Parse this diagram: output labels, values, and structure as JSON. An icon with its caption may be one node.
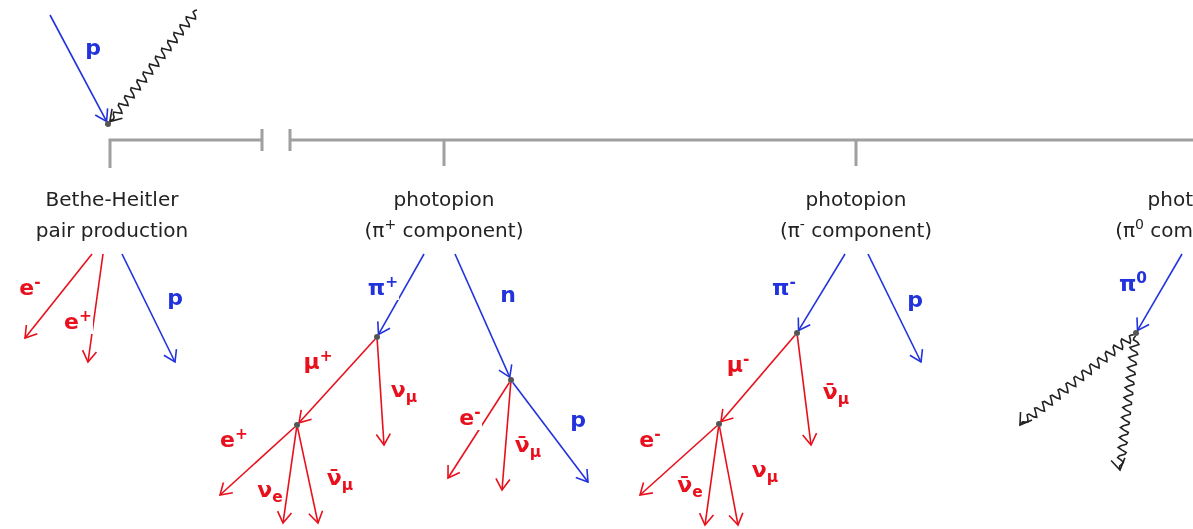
{
  "diagram": {
    "nodes": [
      {
        "text": [],
        "shape": "dot"
      },
      {
        "text": [
          "Bethe-Heitler pair production"
        ]
      },
      {
        "text": [
          "photopion",
          "(π$^{+}$ component)"
        ]
      },
      {
        "text": [
          "photopion",
          "(π$^{-}$ component)"
        ]
      },
      {
        "text": [
          "phot",
          "(π$^{0}$ com"
        ]
      },
      {
        "text": [],
        "shape": "dot"
      },
      {
        "text": [],
        "shape": "dot"
      },
      {
        "text": [],
        "shape": "dot"
      },
      {
        "text": [],
        "shape": "dot"
      },
      {
        "text": [],
        "shape": "dot"
      },
      {
        "text": [],
        "shape": "dot"
      }
    ],
    "edges": [
      {
        "from": null,
        "to": 0,
        "arrow": "to",
        "label": "p",
        "color": "#2233dd"
      },
      {
        "from": null,
        "to": 0,
        "arrow": "to",
        "color": "#222222"
      },
      {
        "from": 1,
        "to": null,
        "arrow": "to",
        "label": "e$^{-}$"
      },
      {
        "from": 1,
        "to": null,
        "arrow": "to",
        "label": "e$^{+}$"
      },
      {
        "from": 1,
        "to": null,
        "arrow": "to",
        "label": "p",
        "color": "#2233dd"
      },
      {
        "from": 2,
        "to": 5,
        "arrow": "to",
        "label": "π$^{+}$",
        "color": "#2233dd"
      },
      {
        "from": 2,
        "to": 6,
        "arrow": "to",
        "label": "n",
        "color": "#2233dd"
      },
      {
        "from": 5,
        "to": 9,
        "arrow": "to",
        "label": "μ$^{+}$"
      },
      {
        "from": 5,
        "to": null,
        "arrow": "to",
        "label": "ν$_{μ}$"
      },
      {
        "from": 9,
        "to": null,
        "arrow": "to",
        "label": "e$^{+}$"
      },
      {
        "from": 9,
        "to": null,
        "arrow": "to",
        "label": "ν$_{e}$"
      },
      {
        "from": 9,
        "to": null,
        "arrow": "to",
        "label": "ν̄$_{μ}$"
      },
      {
        "from": 6,
        "to": null,
        "arrow": "to",
        "label": "e$^{-}$"
      },
      {
        "from": 6,
        "to": null,
        "arrow": "to",
        "label": "ν̄$_{μ}$"
      },
      {
        "from": 6,
        "to": null,
        "arrow": "to",
        "label": "p",
        "color": "#2233dd"
      },
      {
        "from": 3,
        "to": 7,
        "arrow": "to",
        "label": "π$^{-}$",
        "color": "#2233dd"
      },
      {
        "from": 3,
        "to": null,
        "arrow": "to",
        "label": "p",
        "color": "#2233dd"
      },
      {
        "from": 7,
        "to": 10,
        "arrow": "to",
        "label": "μ$^{-}$"
      },
      {
        "from": 7,
        "to": null,
        "arrow": "to",
        "label": "ν̄$_{μ}$"
      },
      {
        "from": 10,
        "to": null,
        "arrow": "to",
        "label": "e$^{-}$"
      },
      {
        "from": 10,
        "to": null,
        "arrow": "to",
        "label": "ν̄$_{e}$"
      },
      {
        "from": 10,
        "to": null,
        "arrow": "to",
        "label": "ν$_{μ}$"
      },
      {
        "from": 4,
        "to": 8,
        "arrow": "to",
        "label": "π$^{0}$",
        "color": "#2233dd"
      },
      {
        "from": 8,
        "to": null,
        "arrow": "to",
        "color": "#222222"
      },
      {
        "from": 8,
        "to": null,
        "arrow": "to",
        "color": "#222222"
      }
    ]
  }
}
